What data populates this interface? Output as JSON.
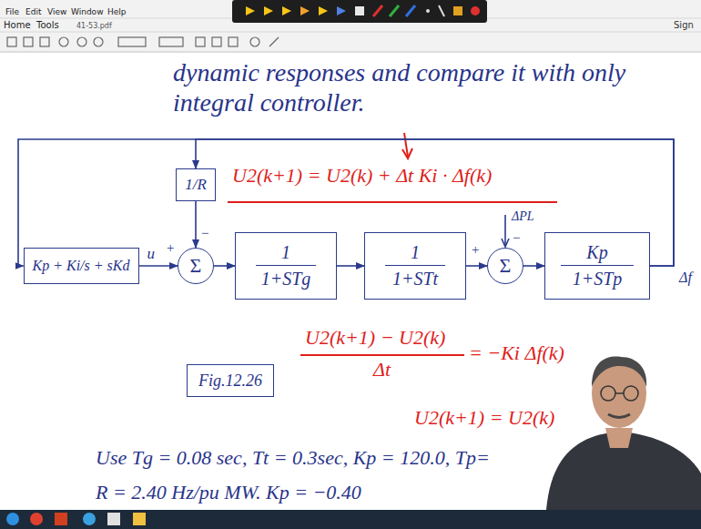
{
  "diagram": {
    "nodes": [
      {
        "text": [
          "Kp + Ki/s + sKd"
        ]
      },
      {
        "text": [
          "1/R"
        ]
      },
      {
        "text": [
          "Σ"
        ]
      },
      {
        "text": [
          "1",
          "1+STg"
        ]
      },
      {
        "text": [
          "1",
          "1+STt"
        ]
      },
      {
        "text": [
          "Σ"
        ]
      },
      {
        "text": [
          "Kp",
          "1+STp"
        ]
      },
      {
        "text": [
          "Fig.12.26"
        ]
      }
    ],
    "edges": [
      {
        "from": 0,
        "to": 2,
        "arrow": "to",
        "label": "u"
      },
      {
        "from": 1,
        "to": 2,
        "arrow": "to"
      },
      {
        "from": 2,
        "to": 3,
        "arrow": "to"
      },
      {
        "from": 3,
        "to": 4,
        "arrow": "to"
      },
      {
        "from": 4,
        "to": 5,
        "arrow": "to"
      },
      {
        "from": 5,
        "to": 6,
        "arrow": "to"
      },
      {
        "from": 6,
        "to": 0,
        "arrow": "to"
      },
      {
        "from": 6,
        "to": 1,
        "arrow": "to"
      }
    ],
    "labels": [
      "File",
      "Edit",
      "View",
      "Window",
      "Help",
      "Home",
      "Tools",
      "41-53.pdf",
      "Sign",
      "dynamic responses and compare it with only",
      "integral controller.",
      "U2(k+1) = U2(k) + Δt Ki · Δf(k)",
      "+",
      "−",
      "ΔPL",
      "+",
      "−",
      "Δf",
      "U2(k+1) − U2(k)",
      "Δt",
      "= −Ki Δf(k)",
      "U2(k+1) = U2(k)",
      "Use Tg = 0.08 sec, Tt = 0.3sec, Kp = 120.0, Tp=",
      "R = 2.40 Hz/pu MW. Kp = −0.40"
    ]
  }
}
